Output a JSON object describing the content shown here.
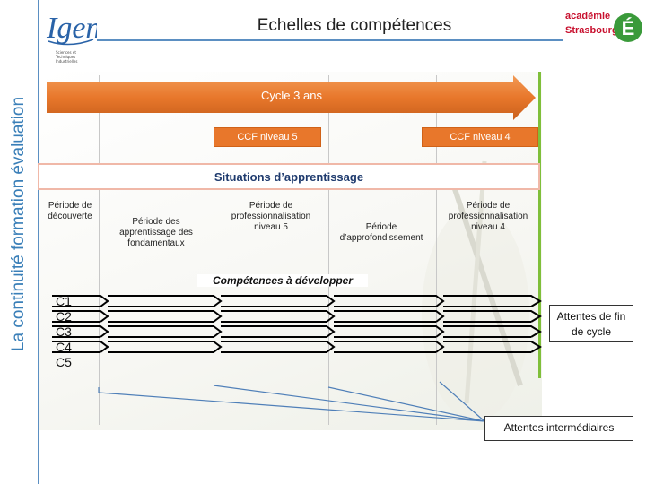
{
  "header": {
    "title": "Echelles de compétences",
    "side_title": "La continuité formation évaluation",
    "left_logo_subtext": "Sciences et Techniques Industrielles",
    "right_logo_line1": "académie",
    "right_logo_line2": "Strasbourg"
  },
  "cycle": {
    "label": "Cycle 3 ans",
    "ccf_5": "CCF niveau 5",
    "ccf_4": "CCF niveau 4"
  },
  "situations_label": "Situations d’apprentissage",
  "periods": [
    "Période de découverte",
    "Période des apprentissage des fondamentaux",
    "Période de professionnalisation niveau 5",
    "Période d’approfondissement",
    "Période de professionnalisation niveau 4"
  ],
  "competences": {
    "title": "Compétences à développer",
    "items": [
      "C1",
      "C2",
      "C3",
      "C4",
      "C5"
    ]
  },
  "attentes_fin": "Attentes de fin de cycle",
  "attentes_intermediaires": "Attentes intermédiaires",
  "colors": {
    "accent_blue": "#3a7fb8",
    "arrow_orange": "#e8772b",
    "ccf_orange": "#e8772b",
    "situations_border": "#f0b8a8",
    "green": "#7fbf3a"
  }
}
